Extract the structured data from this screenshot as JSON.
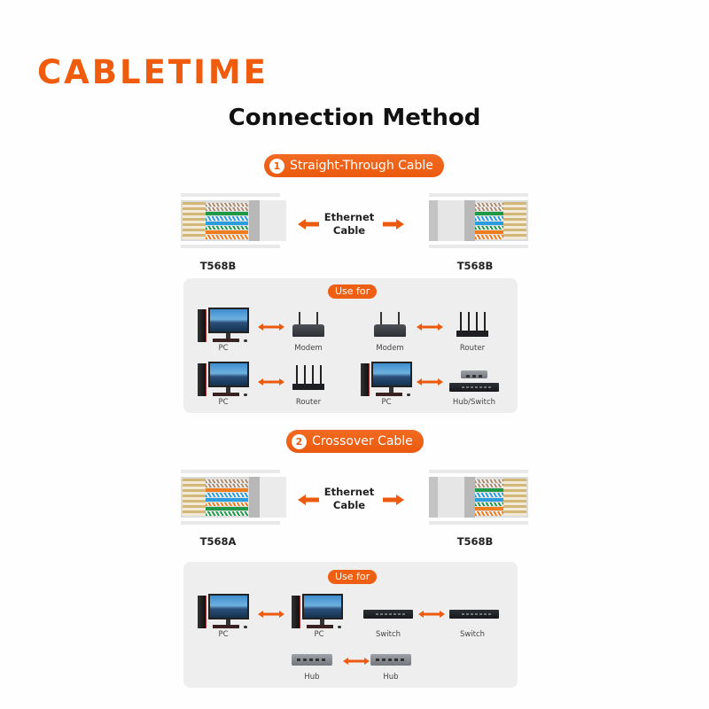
{
  "brand": {
    "logo_text": "CABLETIME",
    "accent_color": "#ef5c0d"
  },
  "page_title": "Connection Method",
  "sections": [
    {
      "number": "1",
      "title": "Straight-Through Cable",
      "left_standard": "T568B",
      "right_standard": "T568B",
      "cable_label_line1": "Ethernet",
      "cable_label_line2": "Cable",
      "left_wire_colors": [
        "brown-stripe",
        "brown-stripe",
        "green",
        "blue-stripe",
        "blue",
        "green-stripe",
        "orange",
        "orange-stripe"
      ],
      "right_wire_colors": [
        "brown-stripe",
        "brown-stripe",
        "green",
        "blue-stripe",
        "blue",
        "green-stripe",
        "orange",
        "orange-stripe"
      ],
      "use_for_label": "Use for",
      "use_cases": [
        {
          "from": "PC",
          "to": "Modem"
        },
        {
          "from": "Modem",
          "to": "Router"
        },
        {
          "from": "PC",
          "to": "Router"
        },
        {
          "from": "PC",
          "to": "Hub/Switch"
        }
      ]
    },
    {
      "number": "2",
      "title": "Crossover Cable",
      "left_standard": "T568A",
      "right_standard": "T568B",
      "cable_label_line1": "Ethernet",
      "cable_label_line2": "Cable",
      "left_wire_colors": [
        "brown-stripe",
        "brown-stripe",
        "orange",
        "blue-stripe",
        "blue",
        "orange-stripe",
        "green",
        "green-stripe"
      ],
      "right_wire_colors": [
        "brown-stripe",
        "brown-stripe",
        "green",
        "blue-stripe",
        "blue",
        "green-stripe",
        "orange",
        "orange-stripe"
      ],
      "use_for_label": "Use for",
      "use_cases": [
        {
          "from": "PC",
          "to": "PC"
        },
        {
          "from": "Switch",
          "to": "Switch"
        },
        {
          "from": "Hub",
          "to": "Hub"
        }
      ]
    }
  ]
}
